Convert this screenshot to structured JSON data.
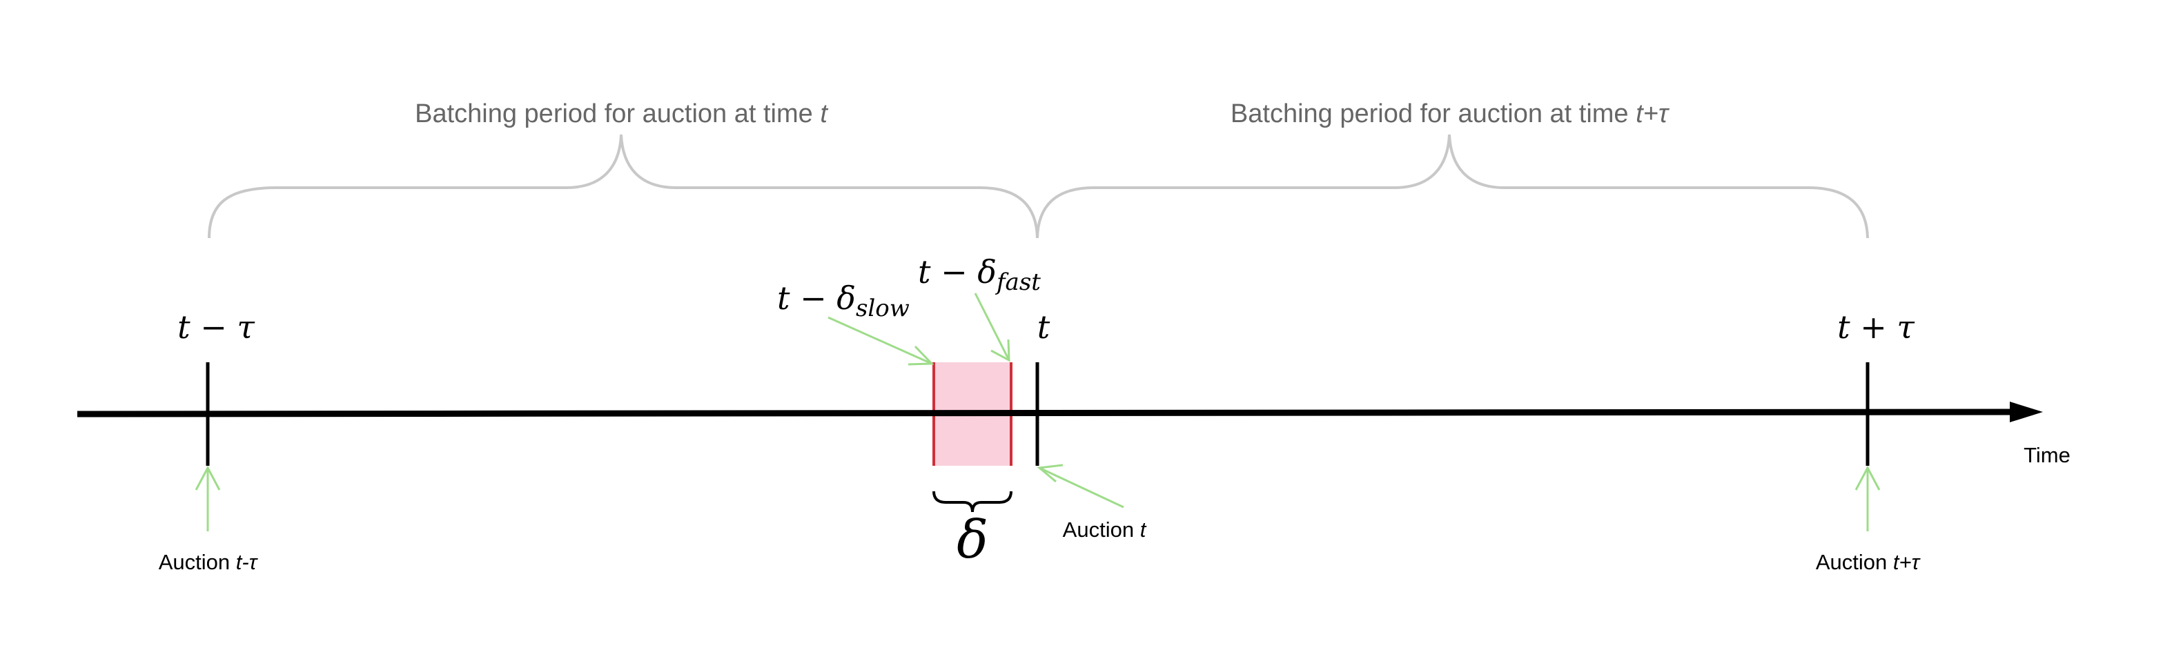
{
  "colors": {
    "axis": "#000000",
    "brace": "#c8c8c8",
    "period_text": "#666666",
    "arrow": "#9edc8a",
    "window_fill": "#f9d0dc",
    "window_edge": "#d0303a"
  },
  "periods": [
    {
      "prefix": "Batching period for auction at time ",
      "var": "t"
    },
    {
      "prefix": "Batching period for auction at time ",
      "var": "t+τ"
    }
  ],
  "ticks": [
    {
      "label": "t − τ"
    },
    {
      "label": "t"
    },
    {
      "label": "t + τ"
    }
  ],
  "window": {
    "slow_label": {
      "base": "t − δ",
      "sub": "slow"
    },
    "fast_label": {
      "base": "t − δ",
      "sub": "fast"
    },
    "width_label": "δ"
  },
  "auctions": [
    {
      "prefix": "Auction ",
      "var": "t-τ"
    },
    {
      "prefix": "Auction ",
      "var": "t"
    },
    {
      "prefix": "Auction ",
      "var": "t+τ"
    }
  ],
  "axis_label": "Time"
}
